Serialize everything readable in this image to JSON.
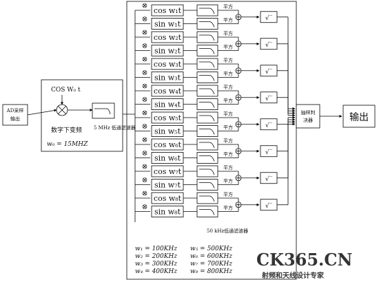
{
  "blocks": {
    "ad_input": "AD采样输出",
    "ref_osc": "COS W₀ t",
    "ddc_label": "数字下变频",
    "w0_eq": "w₀ = 15MHZ",
    "lpf5": "5 MHz 低通滤波器",
    "lpf50": "50 kHz低通滤波器",
    "decision": "抽样判决器",
    "output": "输出",
    "square": "平方",
    "sqrt": "√‾"
  },
  "channels": [
    {
      "cos": "cos w₁t",
      "sin": "sin w₁t"
    },
    {
      "cos": "cos w₂t",
      "sin": "sin w₂t"
    },
    {
      "cos": "cos w₃t",
      "sin": "sin w₃t"
    },
    {
      "cos": "cos w₄t",
      "sin": "sin w₄t"
    },
    {
      "cos": "cos w₅t",
      "sin": "sin w₅t"
    },
    {
      "cos": "cos w₆t",
      "sin": "sin w₆t"
    },
    {
      "cos": "cos w₇t",
      "sin": "sin w₇t"
    },
    {
      "cos": "cos w₈t",
      "sin": "sin w₈t"
    }
  ],
  "freq_table": [
    {
      "w": "w₁ = 100KHz",
      "w2": "w₅ = 500KHz"
    },
    {
      "w": "w₂ = 200KHz",
      "w2": "w₆ = 600KHz"
    },
    {
      "w": "w₃ = 300KHz",
      "w2": "w₇ = 700KHz"
    },
    {
      "w": "w₄ = 400KHz",
      "w2": "w₈ = 800KHz"
    }
  ],
  "watermark": {
    "main": "CK365.CN",
    "sub": "射频和天线设计专家"
  }
}
